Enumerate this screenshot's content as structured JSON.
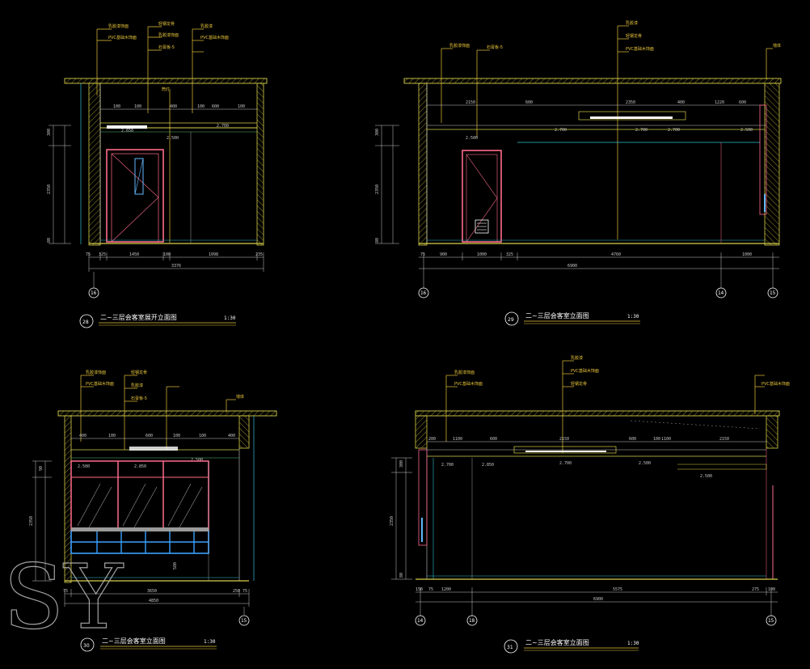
{
  "colors": {
    "background": "#000000",
    "wall": "#d6cf4a",
    "hatch": "#b7a92e",
    "door": "#ff6b8a",
    "glass": "#5fb8ff",
    "rail": "#3aa0ff",
    "leader": "#e8c53a",
    "dim": "#c9c9c9",
    "green": "#4fbf72",
    "cyan": "#2dbfd2",
    "white": "#ffffff",
    "watermark": "#bdbdbd"
  },
  "watermark": "SY",
  "views": [
    {
      "id": "28",
      "title": "二~三层会客室展开立面图",
      "scale": "1:30",
      "axes": [
        "16"
      ],
      "dims": {
        "total": "3376",
        "segments": [
          "75",
          "325",
          "1450",
          "100",
          "1098",
          "235"
        ],
        "heights": [
          "300",
          "2350",
          "80"
        ],
        "ceiling": [
          "100",
          "100",
          "400",
          "100",
          "600",
          "100"
        ],
        "levels": [
          "2.650",
          "2.700",
          "2.500"
        ]
      },
      "notes": [
        "乳胶漆饰面",
        "PVC基础木饰面",
        "轻钢龙骨",
        "乳胶漆饰面",
        "石膏板-5",
        "乳胶漆",
        "PVC基础木饰面",
        "筒灯"
      ]
    },
    {
      "id": "29",
      "title": "二~三层会客室立面图",
      "scale": "1:30",
      "axes": [
        "16",
        "14",
        "15"
      ],
      "dims": {
        "total": "6900",
        "segments": [
          "75",
          "900",
          "1000",
          "325",
          "4760",
          "1000"
        ],
        "heights": [
          "300",
          "2350",
          "80"
        ],
        "ceiling": [
          "2150",
          "600",
          "2350",
          "400",
          "1220",
          "600"
        ],
        "levels": [
          "2.500",
          "2.700",
          "2.700",
          "2.700",
          "2.500"
        ]
      },
      "notes": [
        "乳胶漆饰面",
        "石膏板-5",
        "乳胶漆",
        "轻钢龙骨",
        "PVC基础木饰面",
        "墙体"
      ]
    },
    {
      "id": "30",
      "title": "二~三层会客室立面图",
      "scale": "1:30",
      "axes": [
        "15"
      ],
      "dims": {
        "total": "4850",
        "segments": [
          "75",
          "3650",
          "250",
          "75"
        ],
        "heights": [
          "90",
          "2350",
          "580"
        ],
        "ceiling": [
          "400",
          "100",
          "600",
          "100",
          "100",
          "400"
        ],
        "levels": [
          "2.500",
          "2.850",
          "2.500"
        ]
      },
      "notes": [
        "乳胶漆饰面",
        "PVC基础木饰面",
        "轻钢龙骨",
        "乳胶漆",
        "石膏板-5",
        "墙体"
      ]
    },
    {
      "id": "31",
      "title": "二~三层会客室立面图",
      "scale": "1:30",
      "axes": [
        "14",
        "18",
        "15"
      ],
      "dims": {
        "total": "6900",
        "segments": [
          "150",
          "75",
          "1200",
          "5575",
          "275",
          "100"
        ],
        "heights": [
          "300",
          "2350",
          "80"
        ],
        "ceiling": [
          "200",
          "1100",
          "600",
          "2150",
          "600",
          "100",
          "1100",
          "2150"
        ],
        "levels": [
          "2.700",
          "2.850",
          "2.700",
          "2.500",
          "2.500"
        ]
      },
      "notes": [
        "乳胶漆饰面",
        "PVC基础木饰面",
        "乳胶漆",
        "PVC基础木饰面",
        "轻钢龙骨",
        "PVC基础木饰面"
      ]
    }
  ]
}
